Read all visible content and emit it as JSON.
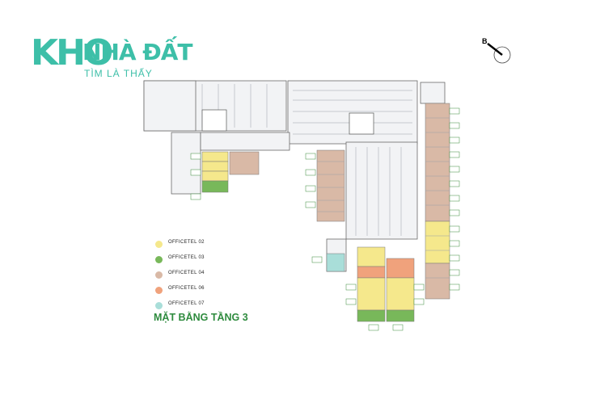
{
  "logo": {
    "mark": "KHO",
    "name": "NHÀ ĐẤT",
    "tagline": "TÌM LÀ THẤY"
  },
  "compass": {
    "label": "B"
  },
  "legend": [
    {
      "label": "OFFICETEL 02",
      "color": "#f5e88c"
    },
    {
      "label": "OFFICETEL 03",
      "color": "#78b85a"
    },
    {
      "label": "OFFICETEL 04",
      "color": "#d9b9a6"
    },
    {
      "label": "OFFICETEL 06",
      "color": "#f0a27c"
    },
    {
      "label": "OFFICETEL 07",
      "color": "#a9ded9"
    }
  ],
  "plan": {
    "title": "MẶT BẰNG TẦNG 3"
  },
  "colors": {
    "wall": "#f2f3f5",
    "brand": "#3dbfa8",
    "title": "#2e8b3e"
  }
}
